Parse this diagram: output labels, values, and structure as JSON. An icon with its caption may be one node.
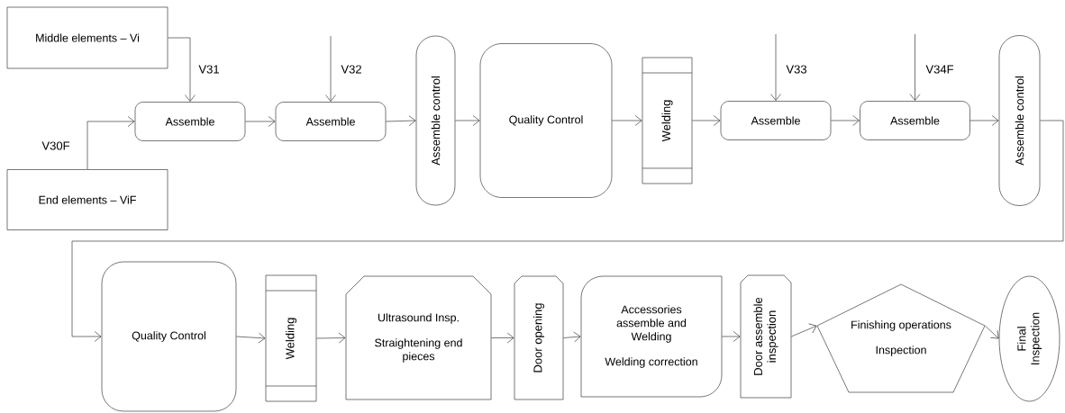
{
  "diagram": {
    "nodes": [
      {
        "text": [
          "Middle elements – Vi"
        ]
      },
      {
        "text": [
          "End elements – ViF"
        ]
      },
      {
        "text": [
          "Assemble"
        ]
      },
      {
        "text": [
          "Assemble"
        ]
      },
      {
        "text": [
          "Assemble control"
        ]
      },
      {
        "text": [
          "Quality Control"
        ]
      },
      {
        "text": [
          "Welding"
        ]
      },
      {
        "text": [
          "Assemble"
        ]
      },
      {
        "text": [
          "Assemble"
        ]
      },
      {
        "text": [
          "Assemble control"
        ]
      },
      {
        "text": [
          "Quality Control"
        ]
      },
      {
        "text": [
          "Welding"
        ]
      },
      {
        "text": [
          "Ultrasound Insp.",
          "Straightening end pieces"
        ]
      },
      {
        "text": [
          "Door opening"
        ]
      },
      {
        "text": [
          "Accessories assemble and Welding",
          "Welding correction"
        ]
      },
      {
        "text": [
          "Door assemble inspection"
        ]
      },
      {
        "text": [
          "Finishing operations",
          "Inspection"
        ]
      },
      {
        "text": [
          "Final Inspection"
        ]
      }
    ],
    "edges": [
      {
        "from": 0,
        "to": 2,
        "arrow": "to",
        "label": "V31"
      },
      {
        "from": 1,
        "to": 2,
        "arrow": "to",
        "label": "V30F"
      },
      {
        "from": null,
        "to": 3,
        "arrow": "to",
        "label": "V32"
      },
      {
        "from": 2,
        "to": 3,
        "arrow": "to"
      },
      {
        "from": 3,
        "to": 4,
        "arrow": "to"
      },
      {
        "from": 4,
        "to": 5,
        "arrow": "to"
      },
      {
        "from": 5,
        "to": 6,
        "arrow": "to"
      },
      {
        "from": 6,
        "to": 7,
        "arrow": "to"
      },
      {
        "from": null,
        "to": 7,
        "arrow": "to",
        "label": "V33"
      },
      {
        "from": 7,
        "to": 8,
        "arrow": "to"
      },
      {
        "from": null,
        "to": 8,
        "arrow": "to",
        "label": "V34F"
      },
      {
        "from": 8,
        "to": 9,
        "arrow": "to"
      },
      {
        "from": 9,
        "to": 10,
        "arrow": "to"
      },
      {
        "from": 10,
        "to": 11,
        "arrow": "to"
      },
      {
        "from": 11,
        "to": 12,
        "arrow": "to"
      },
      {
        "from": 12,
        "to": 13,
        "arrow": "to"
      },
      {
        "from": 13,
        "to": 14,
        "arrow": "to"
      },
      {
        "from": 14,
        "to": 15,
        "arrow": "to"
      },
      {
        "from": 15,
        "to": 16,
        "arrow": "to"
      },
      {
        "from": 16,
        "to": 17,
        "arrow": "to"
      }
    ]
  }
}
